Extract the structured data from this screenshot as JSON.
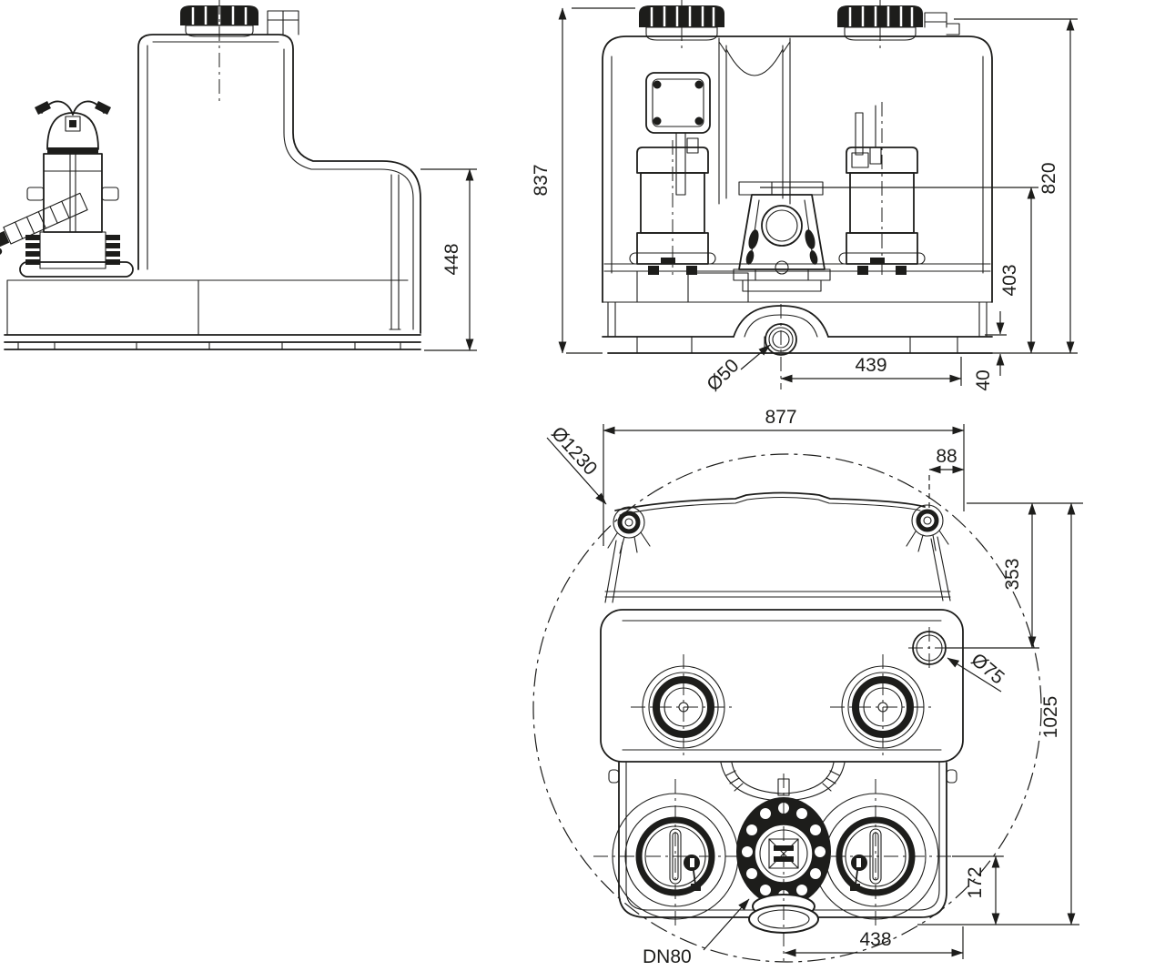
{
  "drawing": {
    "type": "technical-dimensional-drawing",
    "views": [
      "side-view",
      "front-view",
      "top-view"
    ],
    "line_color": "#1d1d1b",
    "background": "#ffffff"
  },
  "dimensions": {
    "side_height": "448",
    "front_total_height": "837",
    "front_vent_height": "820",
    "front_inlet_height": "403",
    "front_base_offset": "40",
    "front_drain_offset": "439",
    "front_drain_diameter": "Ø50",
    "top_width": "877",
    "top_lift_offset": "88",
    "top_swing_diameter": "Ø1230",
    "top_inlet_depth": "353",
    "top_inlet_diameter": "Ø75",
    "top_total_depth": "1025",
    "top_outlet_depth": "172",
    "top_outlet_offset": "438",
    "outlet_connection": "DN80"
  }
}
